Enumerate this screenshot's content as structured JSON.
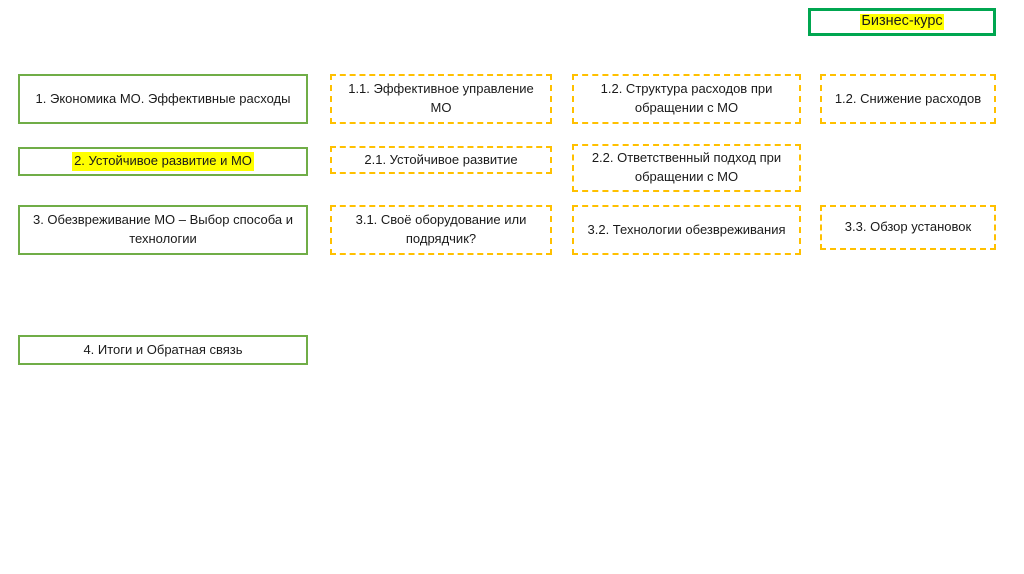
{
  "title": {
    "text": "Бизнес-курс",
    "highlight_color": "#FFFF00",
    "border_color": "#00A650"
  },
  "colors": {
    "main_border": "#70AD47",
    "sub_border": "#FFC000",
    "highlight": "#FFFF00",
    "text": "#1a1a1a",
    "background": "#ffffff"
  },
  "modules": [
    {
      "id": "module-1",
      "main": "1. Экономика МО. Эффективные расходы",
      "highlighted": false,
      "subtopics": [
        "1.1. Эффективное управление МО",
        "1.2. Структура расходов при обращении с МО",
        "1.2. Снижение расходов"
      ]
    },
    {
      "id": "module-2",
      "main": "2. Устойчивое развитие и МО",
      "highlighted": true,
      "subtopics": [
        "2.1. Устойчивое развитие",
        "2.2. Ответственный подход при обращении с МО"
      ]
    },
    {
      "id": "module-3",
      "main": "3. Обезвреживание МО – Выбор способа и технологии",
      "highlighted": false,
      "subtopics": [
        "3.1. Своё оборудование или подрядчик?",
        "3.2. Технологии обезвреживания",
        "3.3. Обзор установок"
      ]
    },
    {
      "id": "module-4",
      "main": "4. Итоги и Обратная связь",
      "highlighted": false,
      "subtopics": []
    }
  ]
}
